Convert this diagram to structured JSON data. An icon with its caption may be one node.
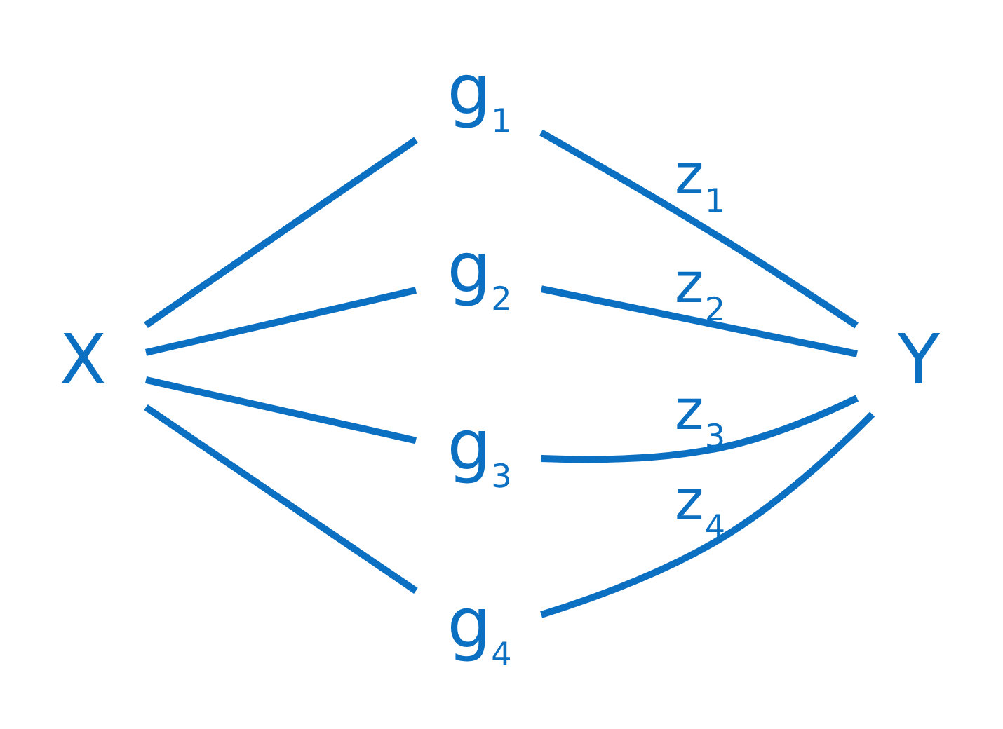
{
  "diagram": {
    "nodes": [
      {
        "text": [
          "X"
        ]
      },
      {
        "text": [
          "g$_{1}$"
        ]
      },
      {
        "text": [
          "g$_{2}$"
        ]
      },
      {
        "text": [
          "g$_{3}$"
        ]
      },
      {
        "text": [
          "g$_{4}$"
        ]
      },
      {
        "text": [
          "Y"
        ]
      }
    ],
    "edges": [
      {
        "from": 0,
        "to": 1,
        "arrow": "none"
      },
      {
        "from": 0,
        "to": 2,
        "arrow": "none"
      },
      {
        "from": 0,
        "to": 3,
        "arrow": "none"
      },
      {
        "from": 0,
        "to": 4,
        "arrow": "none"
      },
      {
        "from": 1,
        "to": 5,
        "arrow": "none",
        "label": "z$_{1}$"
      },
      {
        "from": 2,
        "to": 5,
        "arrow": "none",
        "label": "z$_{2}$"
      },
      {
        "from": 3,
        "to": 5,
        "arrow": "none",
        "label": "z$_{3}$"
      },
      {
        "from": 4,
        "to": 5,
        "arrow": "none",
        "label": "z$_{4}$"
      }
    ]
  }
}
